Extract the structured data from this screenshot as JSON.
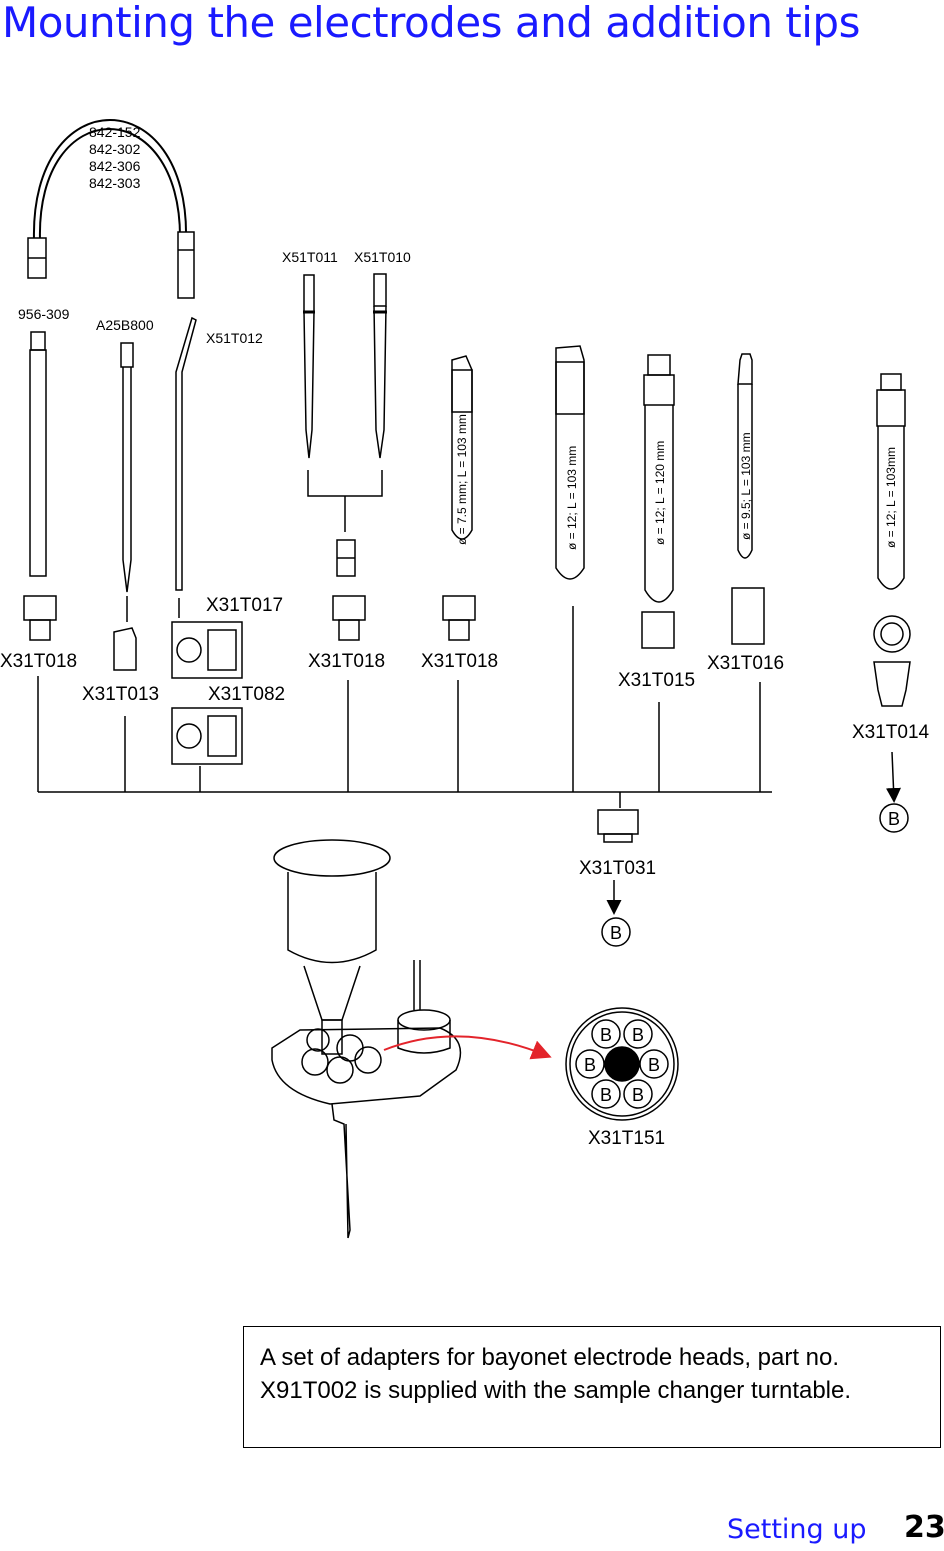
{
  "page": {
    "title": "Mounting the electrodes and addition tips",
    "note": "A set of adapters for bayonet electrode heads, part no. X91T002 is supplied with the sample changer turntable.",
    "footer_section": "Setting up",
    "page_number": "23"
  },
  "labels": {
    "cable_parts": [
      "842-152",
      "842-302",
      "842-306",
      "842-303"
    ],
    "p956_309": "956-309",
    "a25b800": "A25B800",
    "x51t012": "X51T012",
    "x51t011": "X51T011",
    "x51t010": "X51T010",
    "x31t018": "X31T018",
    "x31t013": "X31T013",
    "x31t017": "X31T017",
    "x31t082": "X31T082",
    "x31t015": "X31T015",
    "x31t016": "X31T016",
    "x31t014": "X31T014",
    "x31t031": "X31T031",
    "x31t151": "X31T151",
    "b": "B",
    "dim1": "ø = 7.5 mm; L = 103 mm",
    "dim2": "ø = 12; L = 103 mm",
    "dim3": "ø = 12; L = 120 mm",
    "dim4": "ø = 9.5; L = 103 mm",
    "dim5": "ø = 12; L = 103mm"
  },
  "colors": {
    "title": "#1a1aff",
    "arrow": "#e3242b"
  }
}
